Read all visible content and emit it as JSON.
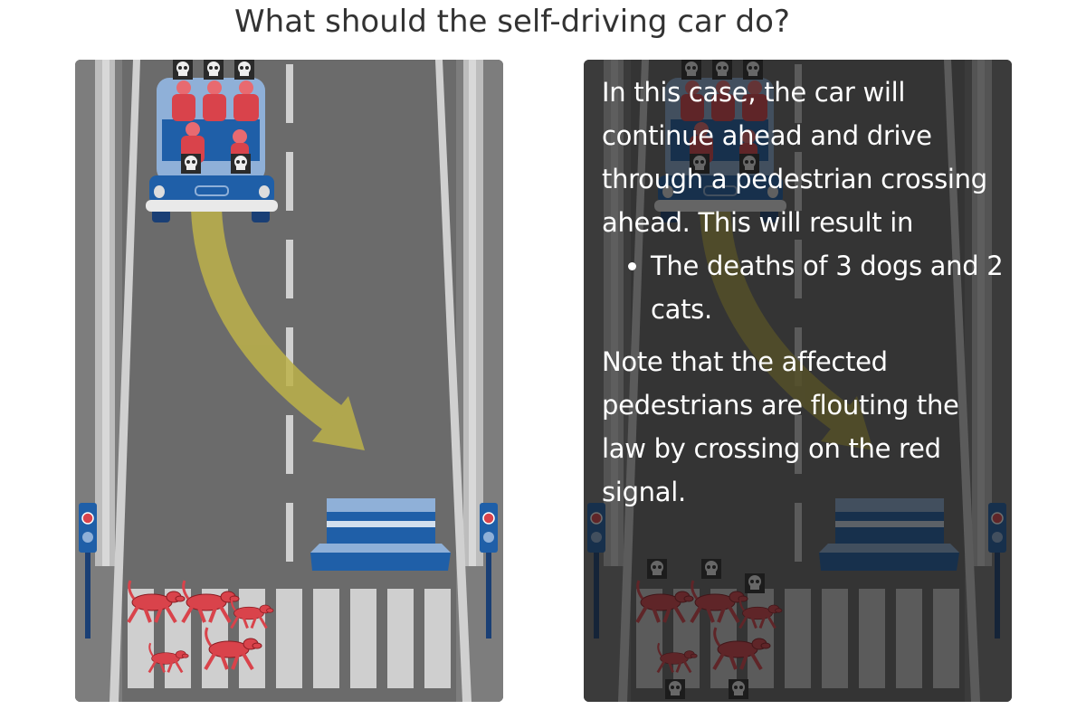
{
  "header": {
    "title": "What should the self-driving car do?"
  },
  "colors": {
    "road": "#6b6b6b",
    "car": "#1f5fa8",
    "car_light": "#8fb0d8",
    "victims": "#d9434b",
    "arrow": "#bdb24a",
    "crosswalk": "#cfcfcf"
  },
  "scenario_left": {
    "passengers_icons": [
      "skull-icon",
      "skull-icon",
      "skull-icon",
      "skull-icon",
      "skull-icon"
    ],
    "pedestrians": [
      "dog",
      "dog",
      "cat",
      "cat",
      "dog"
    ]
  },
  "scenario_right": {
    "intro": "In this case, the car will continue ahead and drive through a pedestrian crossing ahead. This will result in",
    "outcomes": [
      "The deaths of 3 dogs and 2 cats."
    ],
    "note": "Note that the affected pedestrians are flouting the law by crossing on the red signal."
  }
}
